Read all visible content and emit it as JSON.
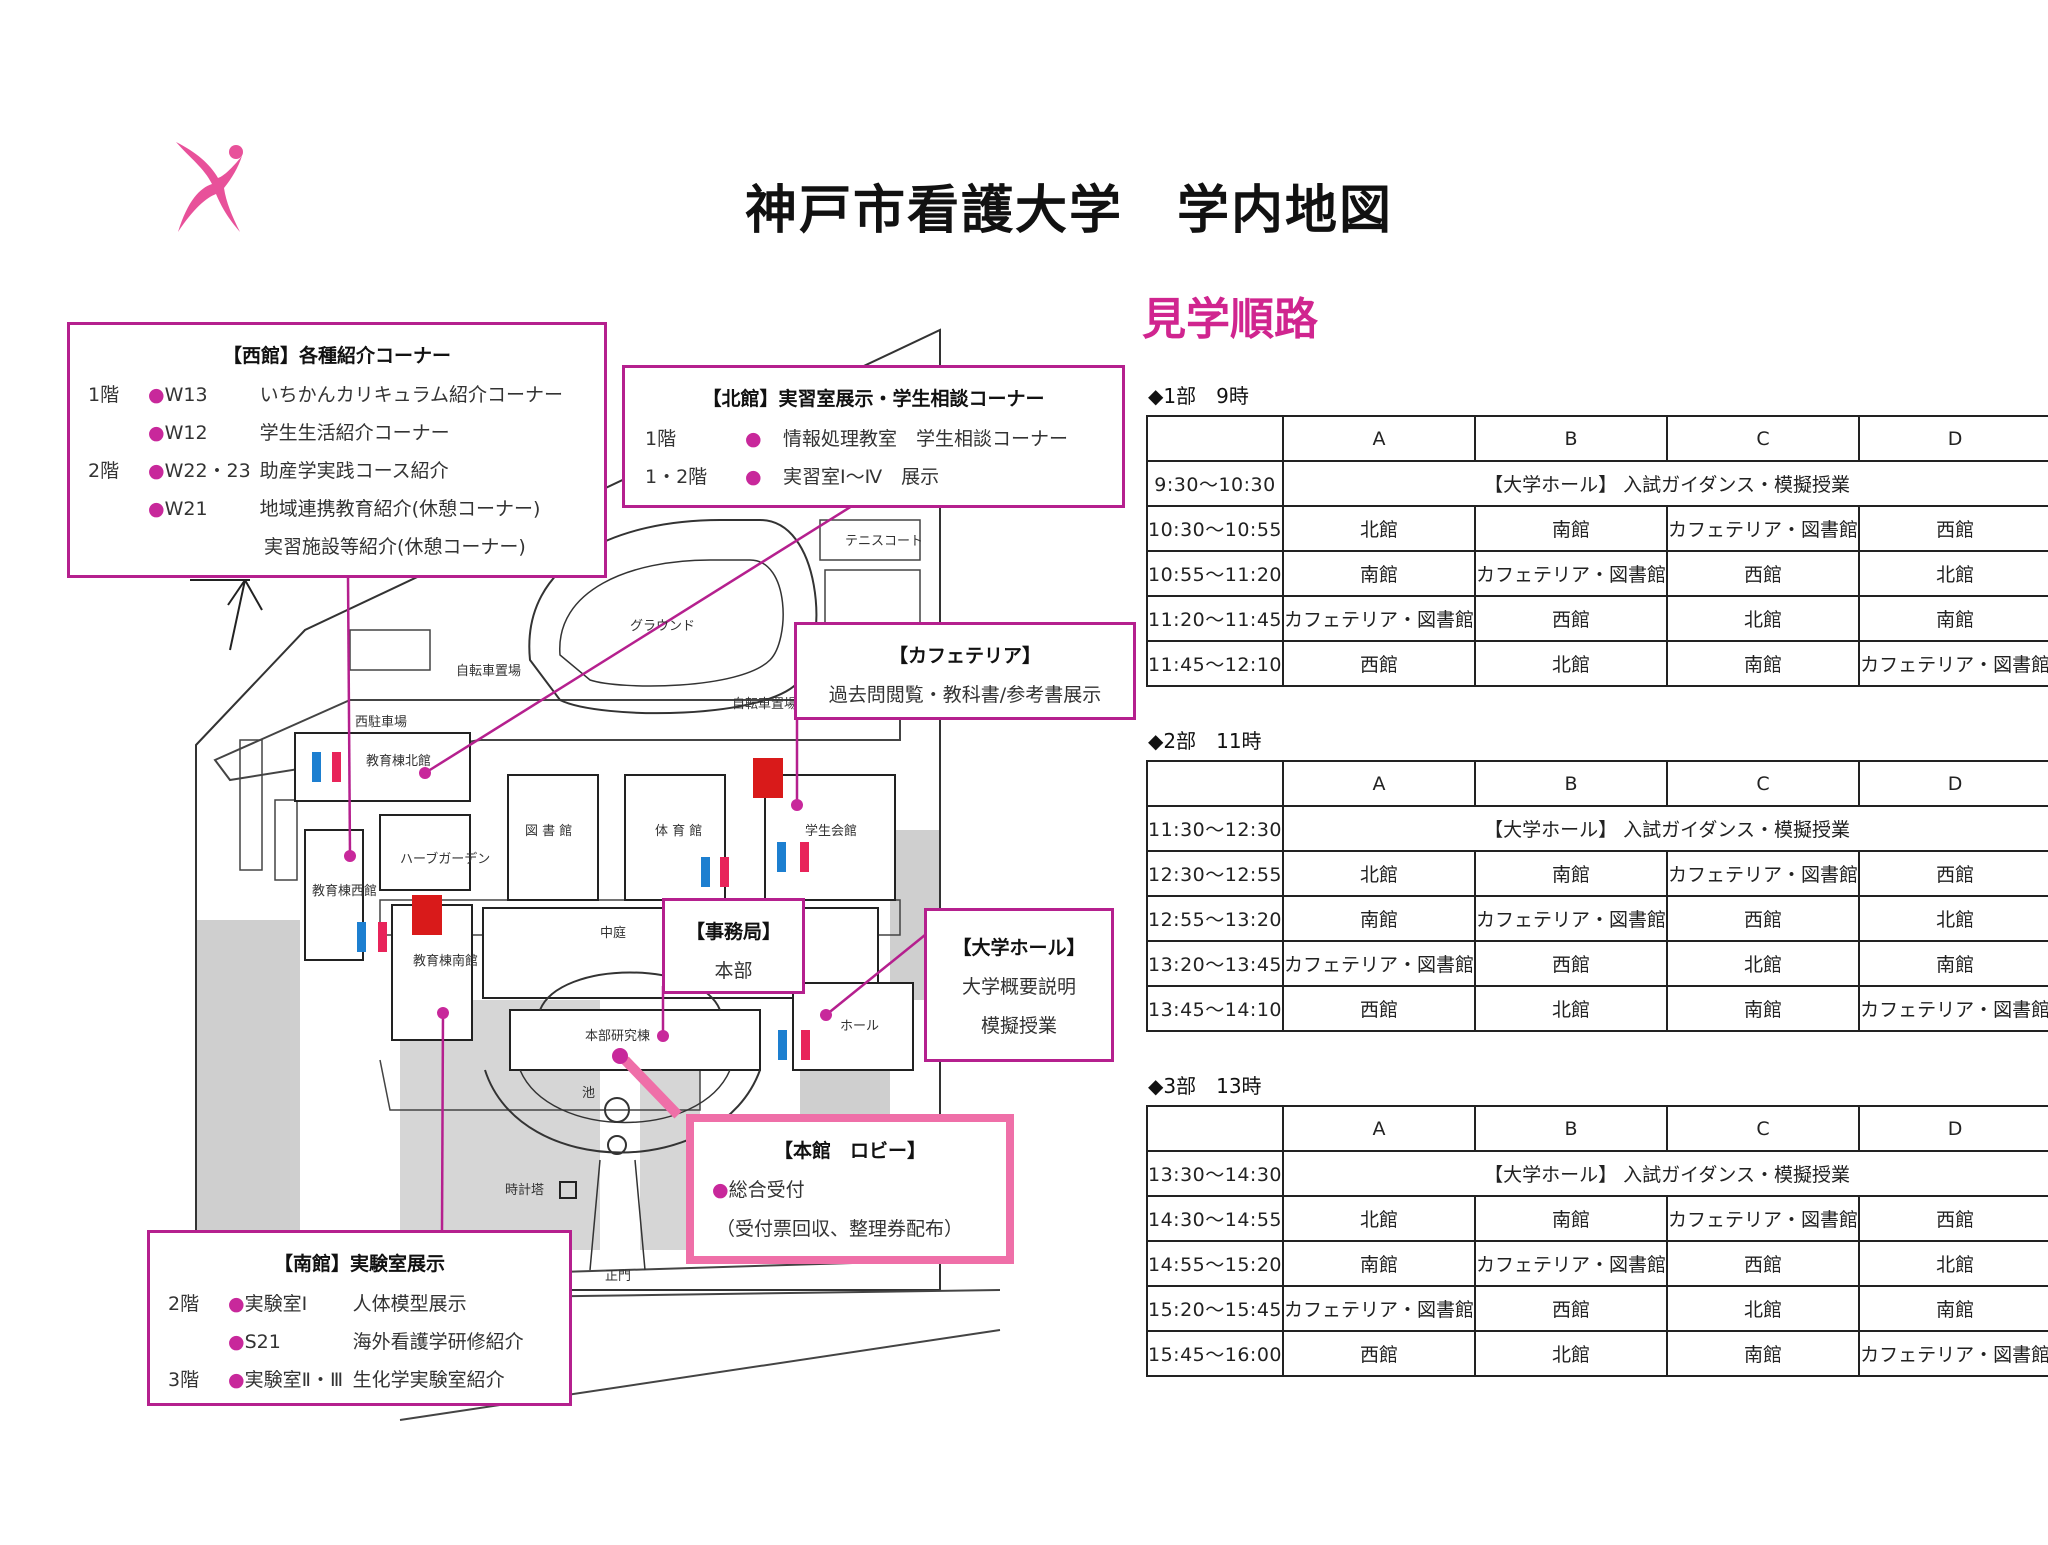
{
  "header": {
    "title": "神戸市看護大学　学内地図",
    "logo_name": "university-logo"
  },
  "route": {
    "title": "見学順路"
  },
  "map_labels": {
    "ground": "グラウンド",
    "tennis": "テニスコート",
    "bike1": "自転車置場",
    "bike2": "自転車置場",
    "west_parking": "西駐車場",
    "edu_north": "教育棟北館",
    "edu_west": "教育棟西館",
    "edu_south": "教育棟南館",
    "herb": "ハーブガーデン",
    "library": "図 書 館",
    "gym": "体 育 館",
    "student_hall": "学生会館",
    "courtyard": "中庭",
    "main_research": "本部研究棟",
    "hall": "ホール",
    "pond": "池",
    "clock_tower": "時計塔",
    "main_gate": "正門"
  },
  "callouts": {
    "west": {
      "title": "【西館】各種紹介コーナー",
      "rows": [
        {
          "floor": "1階",
          "room": "W13",
          "desc": "いちかんカリキュラム紹介コーナー"
        },
        {
          "floor": "",
          "room": "W12",
          "desc": "学生生活紹介コーナー"
        },
        {
          "floor": "2階",
          "room": "W22・23",
          "desc": "助産学実践コース紹介"
        },
        {
          "floor": "",
          "room": "W21",
          "desc": "地域連携教育紹介(休憩コーナー)"
        },
        {
          "floor": "",
          "room": "",
          "desc": "実習施設等紹介(休憩コーナー)"
        }
      ]
    },
    "north": {
      "title": "【北館】実習室展示・学生相談コーナー",
      "rows": [
        {
          "floor": "1階",
          "desc": "情報処理教室　学生相談コーナー"
        },
        {
          "floor": "1・2階",
          "desc": "実習室Ⅰ～Ⅳ　展示"
        }
      ]
    },
    "cafeteria": {
      "title": "【カフェテリア】",
      "line": "過去問閲覧・教科書/参考書展示"
    },
    "office": {
      "title": "【事務局】",
      "line": "本部"
    },
    "hall": {
      "title": "【大学ホール】",
      "line1": "大学概要説明",
      "line2": "模擬授業"
    },
    "lobby": {
      "title": "【本館　ロビー】",
      "line1": "総合受付",
      "line2": "（受付票回収、整理券配布）"
    },
    "south": {
      "title": "【南館】実験室展示",
      "rows": [
        {
          "floor": "2階",
          "room": "実験室Ⅰ",
          "desc": "人体模型展示"
        },
        {
          "floor": "",
          "room": "S21",
          "desc": "海外看護学研修紹介"
        },
        {
          "floor": "3階",
          "room": "実験室Ⅱ・Ⅲ",
          "desc": "生化学実験室紹介"
        }
      ]
    }
  },
  "schedule": {
    "headers": [
      "A",
      "B",
      "C",
      "D"
    ],
    "sessions": [
      {
        "label": "◆1部　9時",
        "guidance_time": "9:30～10:30",
        "guidance": "【大学ホール】 入試ガイダンス・模擬授業",
        "rows": [
          {
            "time": "10:30～10:55",
            "cells": [
              "北館",
              "南館",
              "カフェテリア・図書館",
              "西館"
            ]
          },
          {
            "time": "10:55～11:20",
            "cells": [
              "南館",
              "カフェテリア・図書館",
              "西館",
              "北館"
            ]
          },
          {
            "time": "11:20～11:45",
            "cells": [
              "カフェテリア・図書館",
              "西館",
              "北館",
              "南館"
            ]
          },
          {
            "time": "11:45～12:10",
            "cells": [
              "西館",
              "北館",
              "南館",
              "カフェテリア・図書館"
            ]
          }
        ]
      },
      {
        "label": "◆2部　11時",
        "guidance_time": "11:30～12:30",
        "guidance": "【大学ホール】 入試ガイダンス・模擬授業",
        "rows": [
          {
            "time": "12:30～12:55",
            "cells": [
              "北館",
              "南館",
              "カフェテリア・図書館",
              "西館"
            ]
          },
          {
            "time": "12:55～13:20",
            "cells": [
              "南館",
              "カフェテリア・図書館",
              "西館",
              "北館"
            ]
          },
          {
            "time": "13:20～13:45",
            "cells": [
              "カフェテリア・図書館",
              "西館",
              "北館",
              "南館"
            ]
          },
          {
            "time": "13:45～14:10",
            "cells": [
              "西館",
              "北館",
              "南館",
              "カフェテリア・図書館"
            ]
          }
        ]
      },
      {
        "label": "◆3部　13時",
        "guidance_time": "13:30～14:30",
        "guidance": "【大学ホール】 入試ガイダンス・模擬授業",
        "rows": [
          {
            "time": "14:30～14:55",
            "cells": [
              "北館",
              "南館",
              "カフェテリア・図書館",
              "西館"
            ]
          },
          {
            "time": "14:55～15:20",
            "cells": [
              "南館",
              "カフェテリア・図書館",
              "西館",
              "北館"
            ]
          },
          {
            "time": "15:20～15:45",
            "cells": [
              "カフェテリア・図書館",
              "西館",
              "北館",
              "南館"
            ]
          },
          {
            "time": "15:45～16:00",
            "cells": [
              "西館",
              "北館",
              "南館",
              "カフェテリア・図書館"
            ]
          }
        ]
      }
    ]
  },
  "colors": {
    "accent": "#d0258f",
    "callout_border": "#b5208e",
    "lobby_border": "#ef6fa8",
    "map_gray": "#cfcfcf"
  }
}
